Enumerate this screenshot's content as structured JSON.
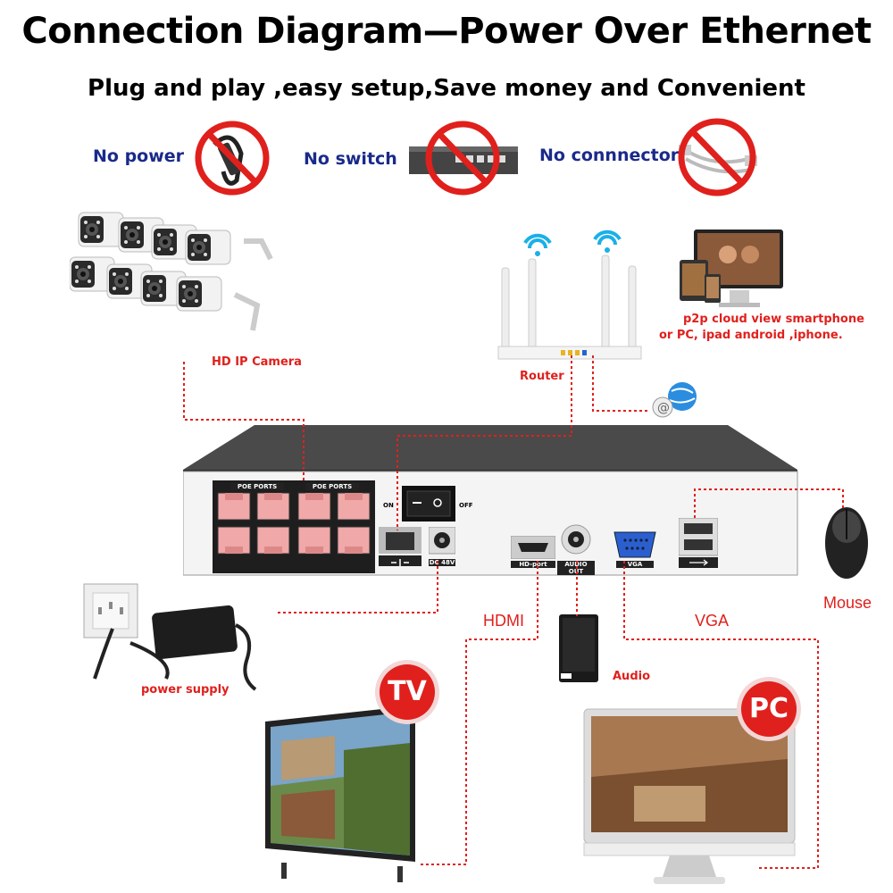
{
  "header": {
    "title": "Connection Diagram—Power Over Ethernet",
    "subtitle": "Plug and play ,easy setup,Save money and Convenient"
  },
  "no_items": [
    {
      "label": "No power",
      "icon": "power-adapter-icon"
    },
    {
      "label": "No switch",
      "icon": "network-switch-icon"
    },
    {
      "label": "No connnector",
      "icon": "cable-connector-icon"
    }
  ],
  "labels": {
    "camera": "HD IP Camera",
    "router": "Router",
    "p2p_line1": "p2p cloud  view smartphone",
    "p2p_line2": "or PC, ipad android ,iphone.",
    "mouse": "Mouse",
    "hdmi": "HDMI",
    "vga": "VGA",
    "audio": "Audio",
    "power_supply": "power supply",
    "tv": "TV",
    "pc": "PC"
  },
  "nvr": {
    "poe_label": "POE PORTS",
    "on": "ON",
    "off": "OFF",
    "dc": "DC 48V",
    "hdmi_port": "HD-port",
    "audio_out": "AUDIO OUT",
    "vga_port": "VGA"
  },
  "colors": {
    "accent_red": "#e0201c",
    "label_blue": "#1a2a8a",
    "nvr_body": "#3a3a3a"
  }
}
